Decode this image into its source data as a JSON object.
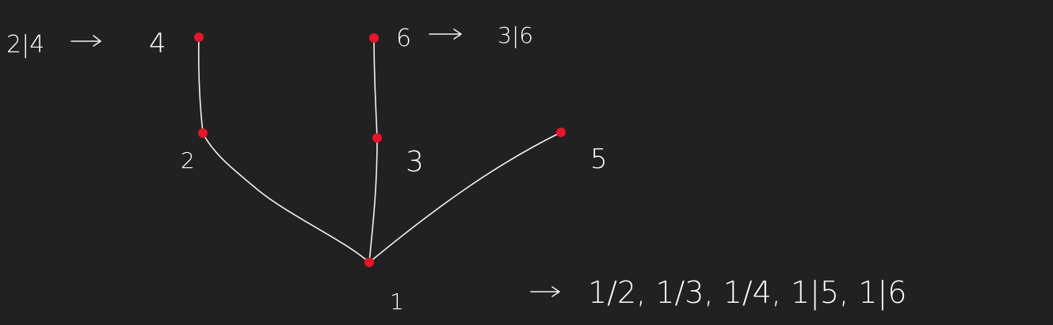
{
  "colors": {
    "background": "#212121",
    "ink": "#ffffff",
    "node": "#e8142a"
  },
  "nodes": [
    {
      "id": "1",
      "label": "1"
    },
    {
      "id": "2",
      "label": "2"
    },
    {
      "id": "3",
      "label": "3"
    },
    {
      "id": "4",
      "label": "4"
    },
    {
      "id": "5",
      "label": "5"
    },
    {
      "id": "6",
      "label": "6"
    }
  ],
  "edges": [
    {
      "from": "1",
      "to": "2"
    },
    {
      "from": "1",
      "to": "3"
    },
    {
      "from": "1",
      "to": "5"
    },
    {
      "from": "2",
      "to": "4"
    },
    {
      "from": "3",
      "to": "6"
    }
  ],
  "annotations": {
    "left_relation": "2|4",
    "right_relation": "3|6",
    "bottom_relations": "1/2, 1/3, 1/4, 1|5, 1|6"
  }
}
